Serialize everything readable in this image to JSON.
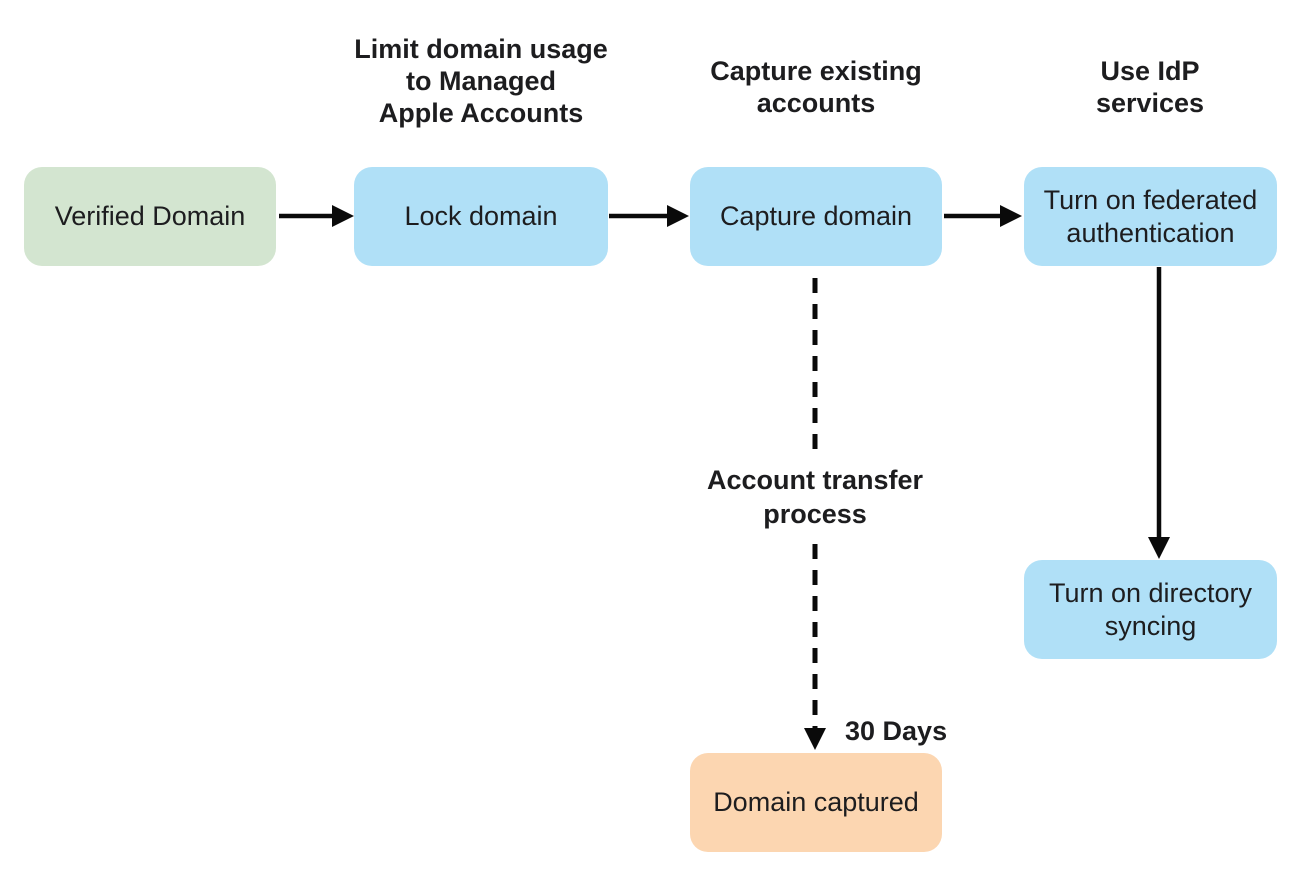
{
  "headers": {
    "limit_domain": "Limit domain usage\nto Managed\nApple Accounts",
    "capture_existing": "Capture existing\naccounts",
    "use_idp": "Use IdP\nservices"
  },
  "nodes": {
    "verified_domain": "Verified Domain",
    "lock_domain": "Lock domain",
    "capture_domain": "Capture domain",
    "federated_auth": "Turn on federated\nauthentication",
    "directory_syncing": "Turn on directory\nsyncing",
    "domain_captured": "Domain captured"
  },
  "edge_labels": {
    "account_transfer": "Account transfer\nprocess",
    "thirty_days": "30 Days"
  },
  "colors": {
    "node_green": "#d3e5d0",
    "node_blue": "#b0e0f7",
    "node_orange": "#fcd6b1",
    "arrow": "#0a0a0a",
    "text": "#1d1d1f",
    "background": "#ffffff"
  }
}
